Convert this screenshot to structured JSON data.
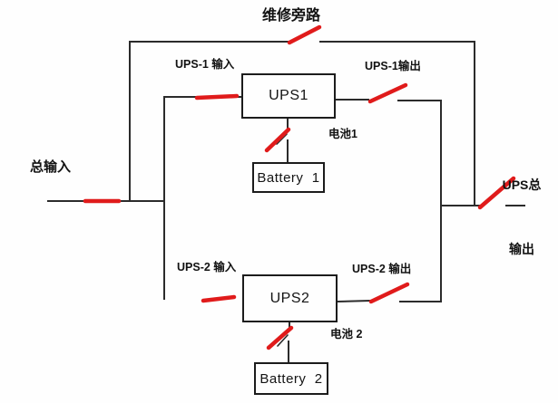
{
  "diagram": {
    "type": "ups-redundancy-wiring-diagram",
    "labels": {
      "bypass": "维修旁路",
      "main_input": "总输入",
      "total_output_line1": "UPS总",
      "total_output_line2": "输出",
      "ups1_input": "UPS-1 输入",
      "ups1_output": "UPS-1输出",
      "battery1_cn": "电池1",
      "ups2_input": "UPS-2 输入",
      "ups2_output": "UPS-2 输出",
      "battery2_cn": "电池 2"
    },
    "nodes": {
      "ups1": "UPS1",
      "ups2": "UPS2",
      "battery1": "Battery  1",
      "battery2": "Battery  2"
    },
    "switches": [
      {
        "id": "maintenance-bypass-switch",
        "label": "维修旁路",
        "state": "open"
      },
      {
        "id": "main-input-switch",
        "label": "总输入",
        "state": "closed"
      },
      {
        "id": "ups1-input-switch",
        "label": "UPS-1 输入",
        "state": "closed"
      },
      {
        "id": "ups1-output-switch",
        "label": "UPS-1输出",
        "state": "open"
      },
      {
        "id": "battery1-switch",
        "label": "电池1",
        "state": "open"
      },
      {
        "id": "ups2-input-switch",
        "label": "UPS-2 输入",
        "state": "closed"
      },
      {
        "id": "ups2-output-switch",
        "label": "UPS-2 输出",
        "state": "open"
      },
      {
        "id": "battery2-switch",
        "label": "电池 2",
        "state": "open"
      },
      {
        "id": "total-output-switch",
        "label": "UPS总输出",
        "state": "open"
      }
    ],
    "colors": {
      "wire": "#2b2b2b",
      "switch": "#e01b1b",
      "background": "#fefefe",
      "text": "#121212"
    }
  }
}
